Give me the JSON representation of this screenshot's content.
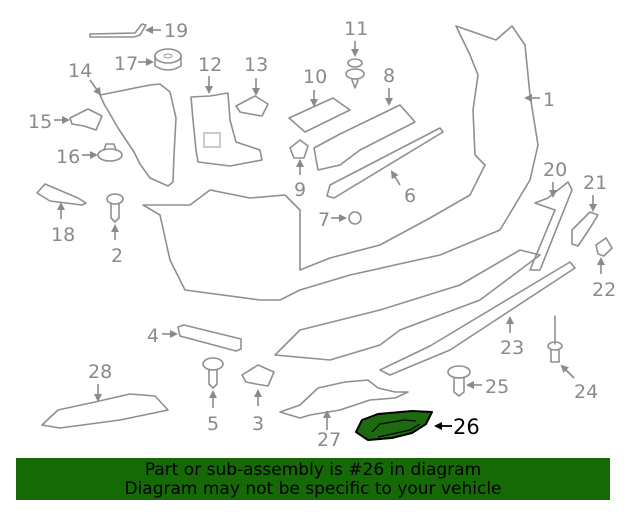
{
  "diagram": {
    "title": "Rear bumper assembly exploded diagram",
    "highlighted_part": "26",
    "highlight_color": "#1e6b0f",
    "callouts": [
      {
        "id": "1",
        "label": "1",
        "part": "bumper-cover"
      },
      {
        "id": "2",
        "label": "2",
        "part": "screw"
      },
      {
        "id": "3",
        "label": "3",
        "part": "clip"
      },
      {
        "id": "4",
        "label": "4",
        "part": "reflector-strip"
      },
      {
        "id": "5",
        "label": "5",
        "part": "screw"
      },
      {
        "id": "6",
        "label": "6",
        "part": "upper-reinforcement-strip"
      },
      {
        "id": "7",
        "label": "7",
        "part": "nut"
      },
      {
        "id": "8",
        "label": "8",
        "part": "guide-bracket"
      },
      {
        "id": "9",
        "label": "9",
        "part": "clip"
      },
      {
        "id": "10",
        "label": "10",
        "part": "trim-plate"
      },
      {
        "id": "11",
        "label": "11",
        "part": "push-rivet"
      },
      {
        "id": "12",
        "label": "12",
        "part": "side-bracket"
      },
      {
        "id": "13",
        "label": "13",
        "part": "clip"
      },
      {
        "id": "14",
        "label": "14",
        "part": "side-bracket"
      },
      {
        "id": "15",
        "label": "15",
        "part": "clip"
      },
      {
        "id": "16",
        "label": "16",
        "part": "nut"
      },
      {
        "id": "17",
        "label": "17",
        "part": "bumper-pad"
      },
      {
        "id": "18",
        "label": "18",
        "part": "reflector"
      },
      {
        "id": "19",
        "label": "19",
        "part": "trim-strip"
      },
      {
        "id": "20",
        "label": "20",
        "part": "lower-trim"
      },
      {
        "id": "21",
        "label": "21",
        "part": "bracket"
      },
      {
        "id": "22",
        "label": "22",
        "part": "cap"
      },
      {
        "id": "23",
        "label": "23",
        "part": "lower-moulding"
      },
      {
        "id": "24",
        "label": "24",
        "part": "pin"
      },
      {
        "id": "25",
        "label": "25",
        "part": "screw"
      },
      {
        "id": "26",
        "label": "26",
        "part": "tow-eye-cover"
      },
      {
        "id": "27",
        "label": "27",
        "part": "heat-shield"
      },
      {
        "id": "28",
        "label": "28",
        "part": "reflector-trim"
      }
    ]
  },
  "banner": {
    "line1": "Part or sub-assembly is #26 in diagram",
    "line2": "Diagram may not be specific to your vehicle",
    "background": "#166a06"
  }
}
